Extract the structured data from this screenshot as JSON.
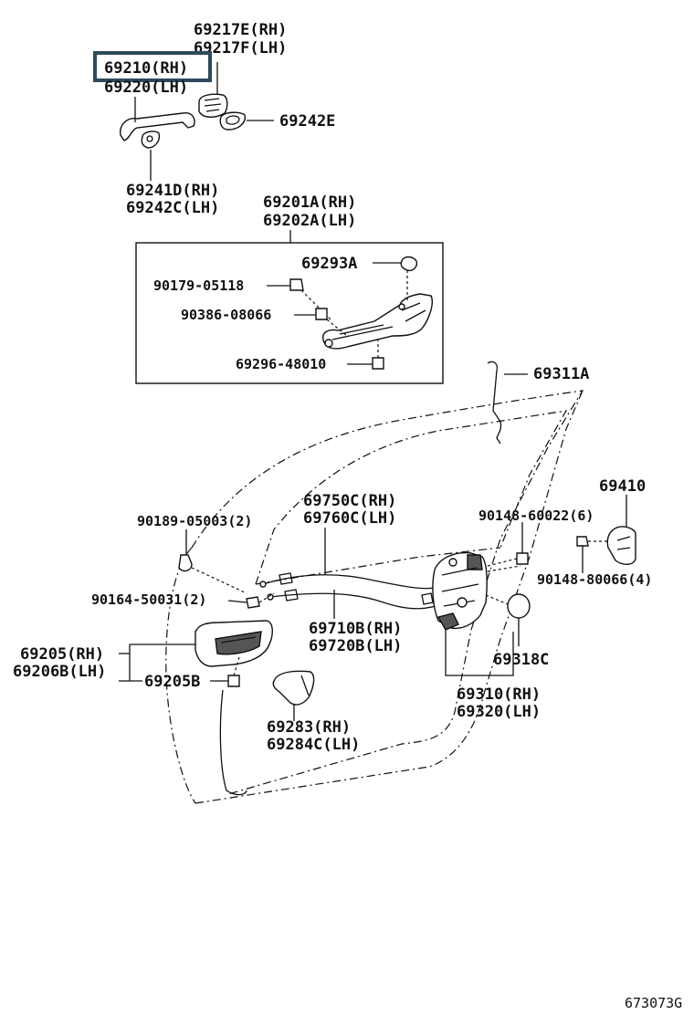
{
  "labels": {
    "p69217e": "69217E(RH)",
    "p69217f": "69217F(LH)",
    "p69210": "69210(RH)",
    "p69220": "69220(LH)",
    "p69242e": "69242E",
    "p69241d": "69241D(RH)",
    "p69242c": "69242C(LH)",
    "p69201a": "69201A(RH)",
    "p69202a": "69202A(LH)",
    "p69293a": "69293A",
    "p90179": "90179-05118",
    "p90386": "90386-08066",
    "p69296": "69296-48010",
    "p69311a": "69311A",
    "p69410": "69410",
    "p90189": "90189-05003(2)",
    "p69750c": "69750C(RH)",
    "p69760c": "69760C(LH)",
    "p90148a": "90148-60022(6)",
    "p90148b": "90148-80066(4)",
    "p90164": "90164-50031(2)",
    "p69710b": "69710B(RH)",
    "p69720b": "69720B(LH)",
    "p69205": "69205(RH)",
    "p69206b": "69206B(LH)",
    "p69205b": "69205B",
    "p69318c": "69318C",
    "p69310": "69310(RH)",
    "p69320": "69320(LH)",
    "p69283": "69283(RH)",
    "p69284c": "69284C(LH)"
  },
  "highlight": "69210(RH)",
  "diagram_id": "673073G",
  "colors": {
    "highlight_box": "#2d4a5c",
    "line": "#111111"
  }
}
